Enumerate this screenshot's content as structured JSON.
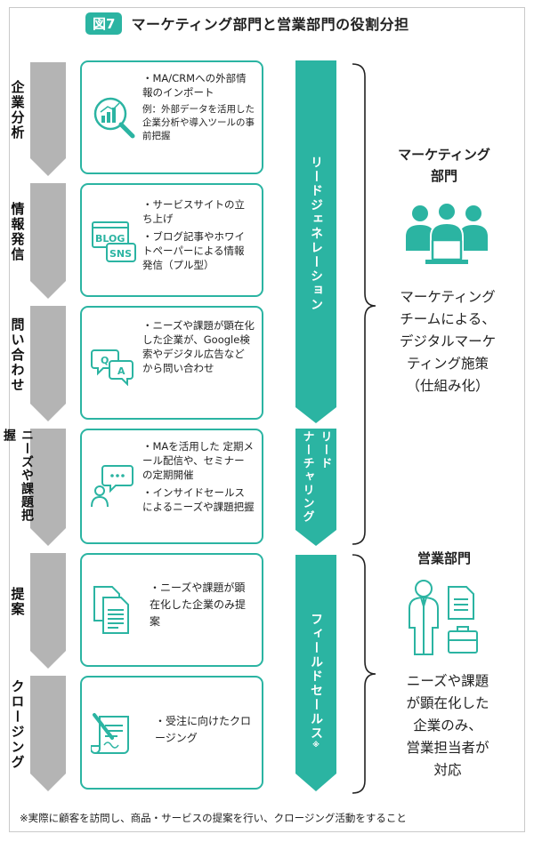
{
  "title": {
    "fig_label": "図7",
    "text": "マーケティング部門と営業部門の役割分担"
  },
  "stages": [
    {
      "label": "企業分析"
    },
    {
      "label": "情報発信"
    },
    {
      "label": "問い合わせ"
    },
    {
      "label": "ニーズや課題把握"
    },
    {
      "label": "提案"
    },
    {
      "label": "クロージング"
    }
  ],
  "cards": [
    {
      "icon": "magnifier-chart-icon",
      "items": [
        "・MA/CRMへの外部情報のインポート"
      ],
      "sub": "例：外部データを活用した企業分析や導入ツールの事前把握"
    },
    {
      "icon": "blog-sns-icon",
      "items": [
        "・サービスサイトの立ち上げ",
        "・ブログ記事やホワイトペーパーによる情報発信（プル型）"
      ]
    },
    {
      "icon": "qa-bubbles-icon",
      "items": [
        "・ニーズや課題が顕在化した企業が、Google検索やデジタル広告などから問い合わせ"
      ]
    },
    {
      "icon": "person-chat-icon",
      "items": [
        "・MAを活用した 定期メール配信や、セミナーの定期開催",
        "・インサイドセールスによるニーズや課題把握"
      ]
    },
    {
      "icon": "documents-icon",
      "items": [
        "・ニーズや課題が顕在化した企業のみ提案"
      ]
    },
    {
      "icon": "contract-pen-icon",
      "items": [
        "・受注に向けたクロージング"
      ]
    }
  ],
  "phases": {
    "lead_generation": "リードジェネレーション",
    "lead_nurturing_1": "リード",
    "lead_nurturing_2": "ナーチャリング",
    "field_sales": "フィールドセールス",
    "field_sales_mark": "※"
  },
  "departments": {
    "marketing": {
      "title_1": "マーケティング",
      "title_2": "部門",
      "desc": [
        "マーケティング",
        "チームによる、",
        "デジタルマーケ",
        "ティング施策",
        "（仕組み化）"
      ]
    },
    "sales": {
      "title": "営業部門",
      "desc": [
        "ニーズや課題",
        "が顕在化した",
        "企業のみ、",
        "営業担当者が",
        "対応"
      ]
    }
  },
  "footnote": "※実際に顧客を訪問し、商品・サービスの提案を行い、クロージング活動をすること",
  "colors": {
    "accent": "#2bb4a2",
    "stage_gray": "#b4b4b4",
    "text": "#222222"
  }
}
